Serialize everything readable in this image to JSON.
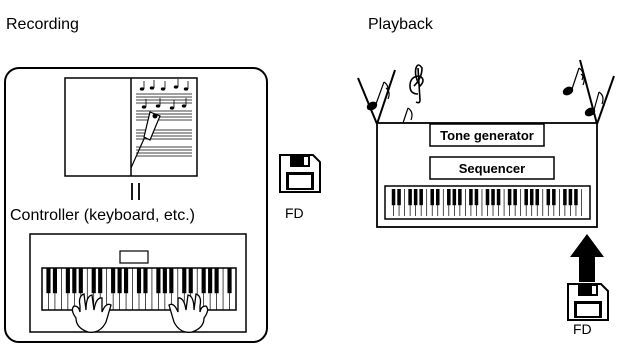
{
  "recording": {
    "title": "Recording",
    "controller_label": "Controller (keyboard, etc.)",
    "fd_label": "FD"
  },
  "playback": {
    "title": "Playback",
    "tone_generator_label": "Tone generator",
    "sequencer_label": "Sequencer",
    "fd_label": "FD"
  },
  "colors": {
    "stroke": "#000000",
    "fill": "#ffffff"
  }
}
